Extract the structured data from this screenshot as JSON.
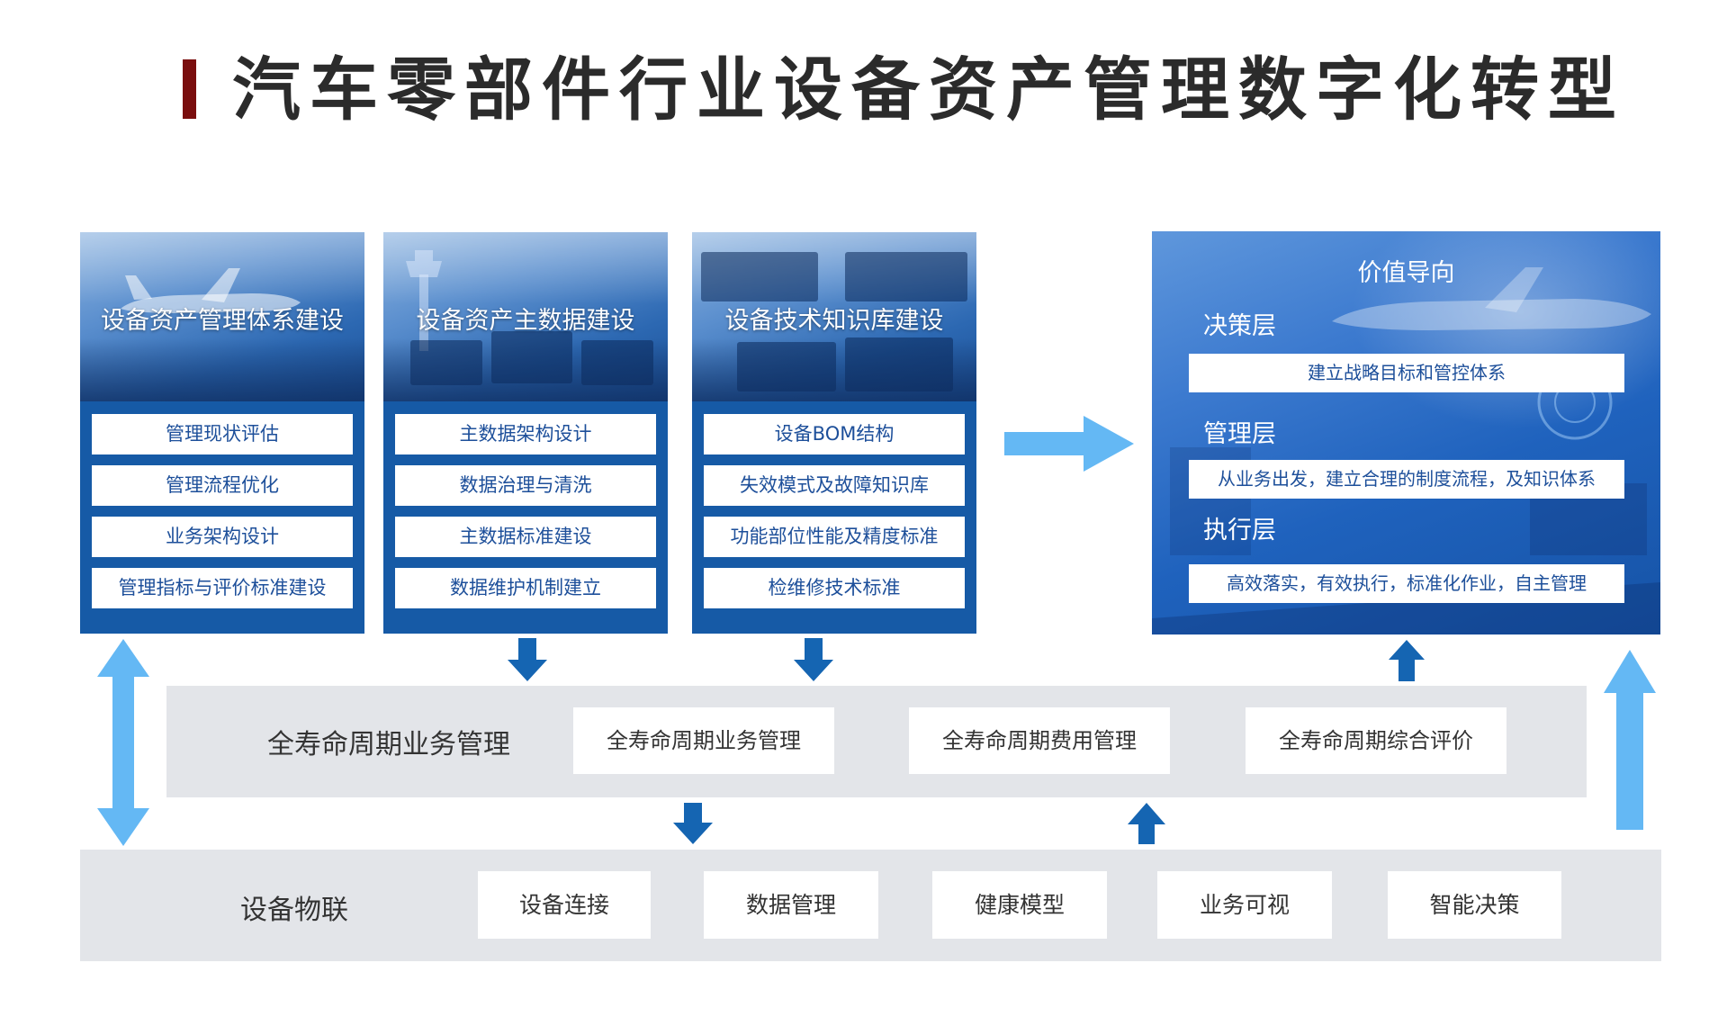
{
  "title": "汽车零部件行业设备资产管理数字化转型",
  "columns": [
    {
      "title": "设备资产管理体系建设",
      "items": [
        "管理现状评估",
        "管理流程优化",
        "业务架构设计",
        "管理指标与评价标准建设"
      ]
    },
    {
      "title": "设备资产主数据建设",
      "items": [
        "主数据架构设计",
        "数据治理与清洗",
        "主数据标准建设",
        "数据维护机制建立"
      ]
    },
    {
      "title": "设备技术知识库建设",
      "items": [
        "设备BOM结构",
        "失效模式及故障知识库",
        "功能部位性能及精度标准",
        "检维修技术标准"
      ]
    }
  ],
  "value": {
    "title": "价值导向",
    "layers": [
      {
        "label": "决策层",
        "text": "建立战略目标和管控体系"
      },
      {
        "label": "管理层",
        "text": "从业务出发，建立合理的制度流程，及知识体系"
      },
      {
        "label": "执行层",
        "text": "高效落实，有效执行，标准化作业，自主管理"
      }
    ]
  },
  "lifecycle": {
    "label": "全寿命周期业务管理",
    "items": [
      "全寿命周期业务管理",
      "全寿命周期费用管理",
      "全寿命周期综合评价"
    ]
  },
  "iot": {
    "label": "设备物联",
    "items": [
      "设备连接",
      "数据管理",
      "健康模型",
      "业务可视",
      "智能决策"
    ]
  },
  "colors": {
    "dark_blue": "#165aa6",
    "arrow_dark": "#1565b2",
    "arrow_light": "#64b8f4",
    "band_gray": "#e3e5e9",
    "title_accent": "#7a0e0e"
  }
}
